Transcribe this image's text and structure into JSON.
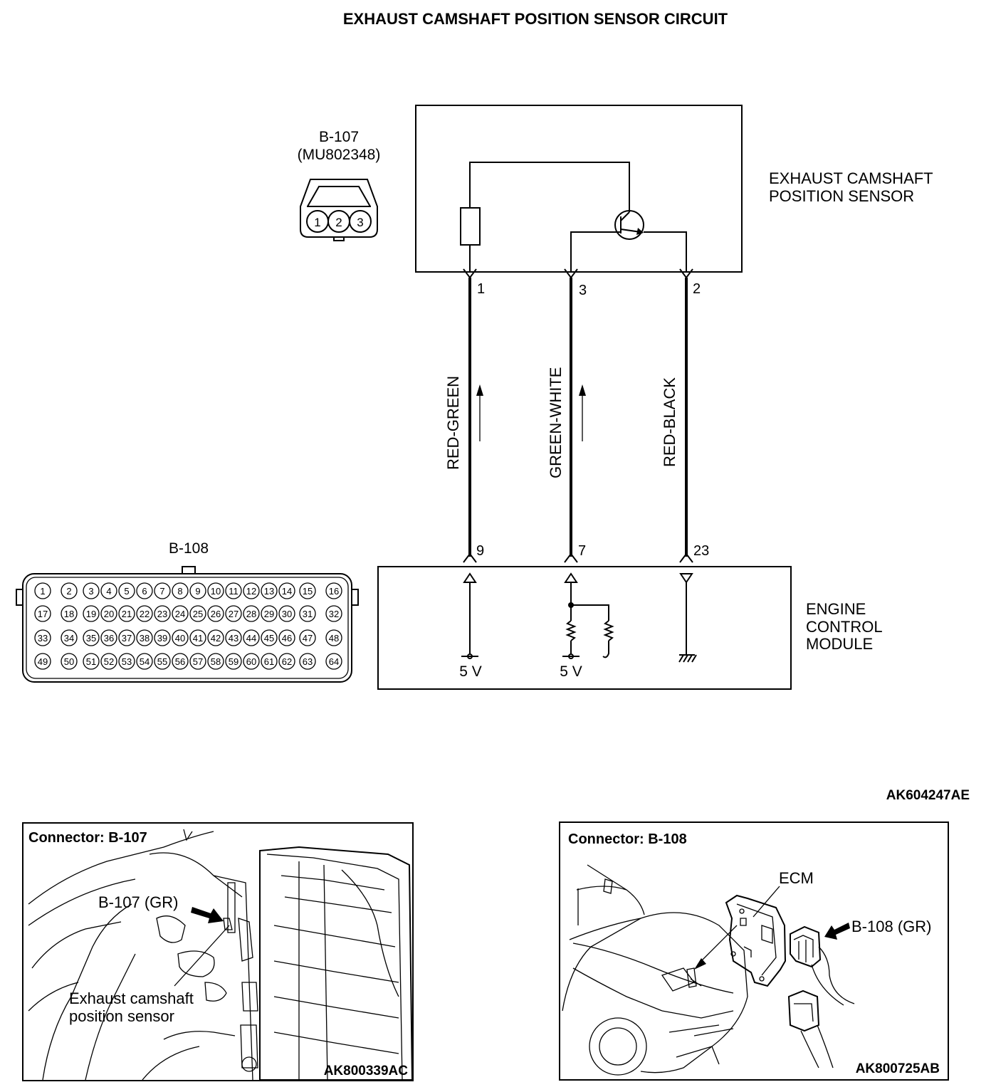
{
  "title": "EXHAUST CAMSHAFT POSITION SENSOR CIRCUIT",
  "sensor": {
    "label_line1": "EXHAUST CAMSHAFT",
    "label_line2": "POSITION SENSOR"
  },
  "connector_b107": {
    "name": "B-107",
    "part_number": "(MU802348)",
    "pins": [
      "1",
      "2",
      "3"
    ]
  },
  "connector_b108": {
    "name": "B-108",
    "rows": [
      [
        "1",
        "2",
        "3",
        "4",
        "5",
        "6",
        "7",
        "8",
        "9",
        "10",
        "11",
        "12",
        "13",
        "14",
        "15",
        "16"
      ],
      [
        "17",
        "18",
        "19",
        "20",
        "21",
        "22",
        "23",
        "24",
        "25",
        "26",
        "27",
        "28",
        "29",
        "30",
        "31",
        "32"
      ],
      [
        "33",
        "34",
        "35",
        "36",
        "37",
        "38",
        "39",
        "40",
        "41",
        "42",
        "43",
        "44",
        "45",
        "46",
        "47",
        "48"
      ],
      [
        "49",
        "50",
        "51",
        "52",
        "53",
        "54",
        "55",
        "56",
        "57",
        "58",
        "59",
        "60",
        "61",
        "62",
        "63",
        "64"
      ]
    ]
  },
  "wires": [
    {
      "sensor_pin": "1",
      "ecm_pin": "9",
      "color": "RED-GREEN",
      "ecm_supply": "5 V"
    },
    {
      "sensor_pin": "3",
      "ecm_pin": "7",
      "color": "GREEN-WHITE",
      "ecm_supply": "5 V"
    },
    {
      "sensor_pin": "2",
      "ecm_pin": "23",
      "color": "RED-BLACK",
      "ecm_supply": ""
    }
  ],
  "ecm": {
    "label_line1": "ENGINE",
    "label_line2": "CONTROL",
    "label_line3": "MODULE"
  },
  "diagram_code": "AK604247AE",
  "panel_b107": {
    "title": "Connector: B-107",
    "callout": "B-107 (GR)",
    "sensor_label_line1": "Exhaust camshaft",
    "sensor_label_line2": "position sensor",
    "code": "AK800339AC"
  },
  "panel_b108": {
    "title": "Connector: B-108",
    "ecm_label": "ECM",
    "callout": "B-108 (GR)",
    "code": "AK800725AB"
  }
}
